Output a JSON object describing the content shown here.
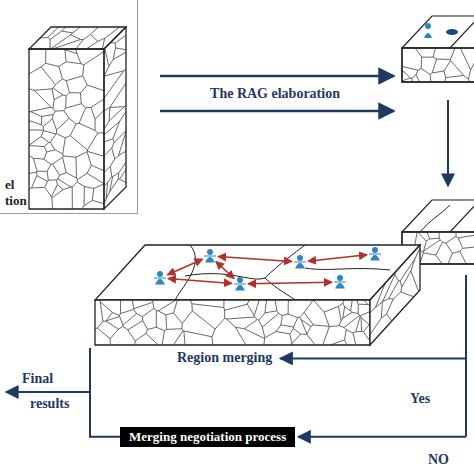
{
  "diagram": {
    "nodes": [
      {
        "text": [
          "el tion"
        ]
      },
      {
        "text": [
          "Region merging"
        ]
      },
      {
        "text": [
          "Merging negotiation process"
        ]
      }
    ],
    "labels": [
      "The RAG elaboration",
      "Final",
      "results",
      "Yes",
      "NO"
    ]
  }
}
